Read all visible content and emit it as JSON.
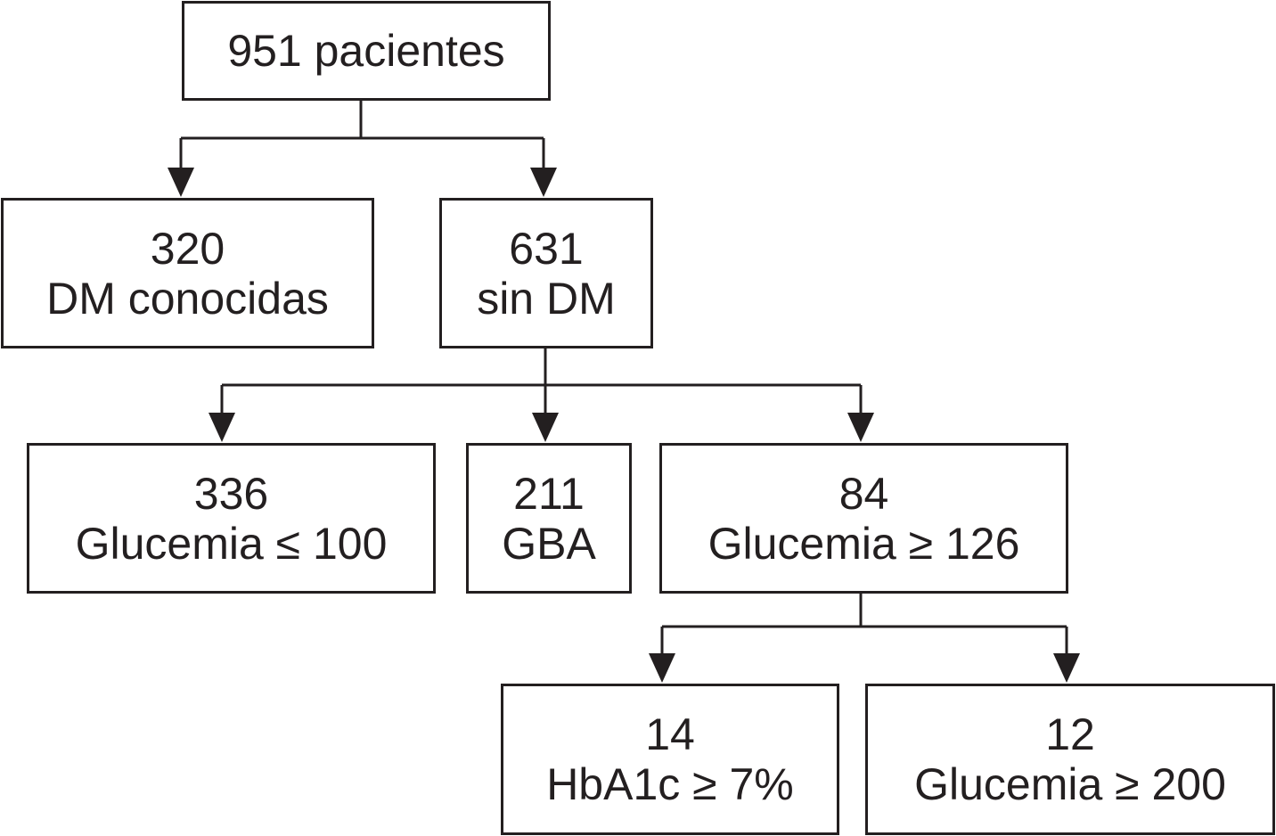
{
  "nodes": {
    "root": {
      "count": "951 pacientes"
    },
    "known_dm": {
      "count": "320",
      "label": "DM conocidas"
    },
    "no_dm": {
      "count": "631",
      "label": "sin DM"
    },
    "glu_low": {
      "count": "336",
      "label": "Glucemia ≤ 100"
    },
    "gba": {
      "count": "211",
      "label": "GBA"
    },
    "glu_high": {
      "count": "84",
      "label": "Glucemia ≥ 126"
    },
    "hba1c": {
      "count": "14",
      "label": "HbA1c ≥ 7%"
    },
    "glu_200": {
      "count": "12",
      "label": "Glucemia ≥ 200"
    }
  },
  "colors": {
    "stroke": "#231f20",
    "background": "#ffffff"
  }
}
